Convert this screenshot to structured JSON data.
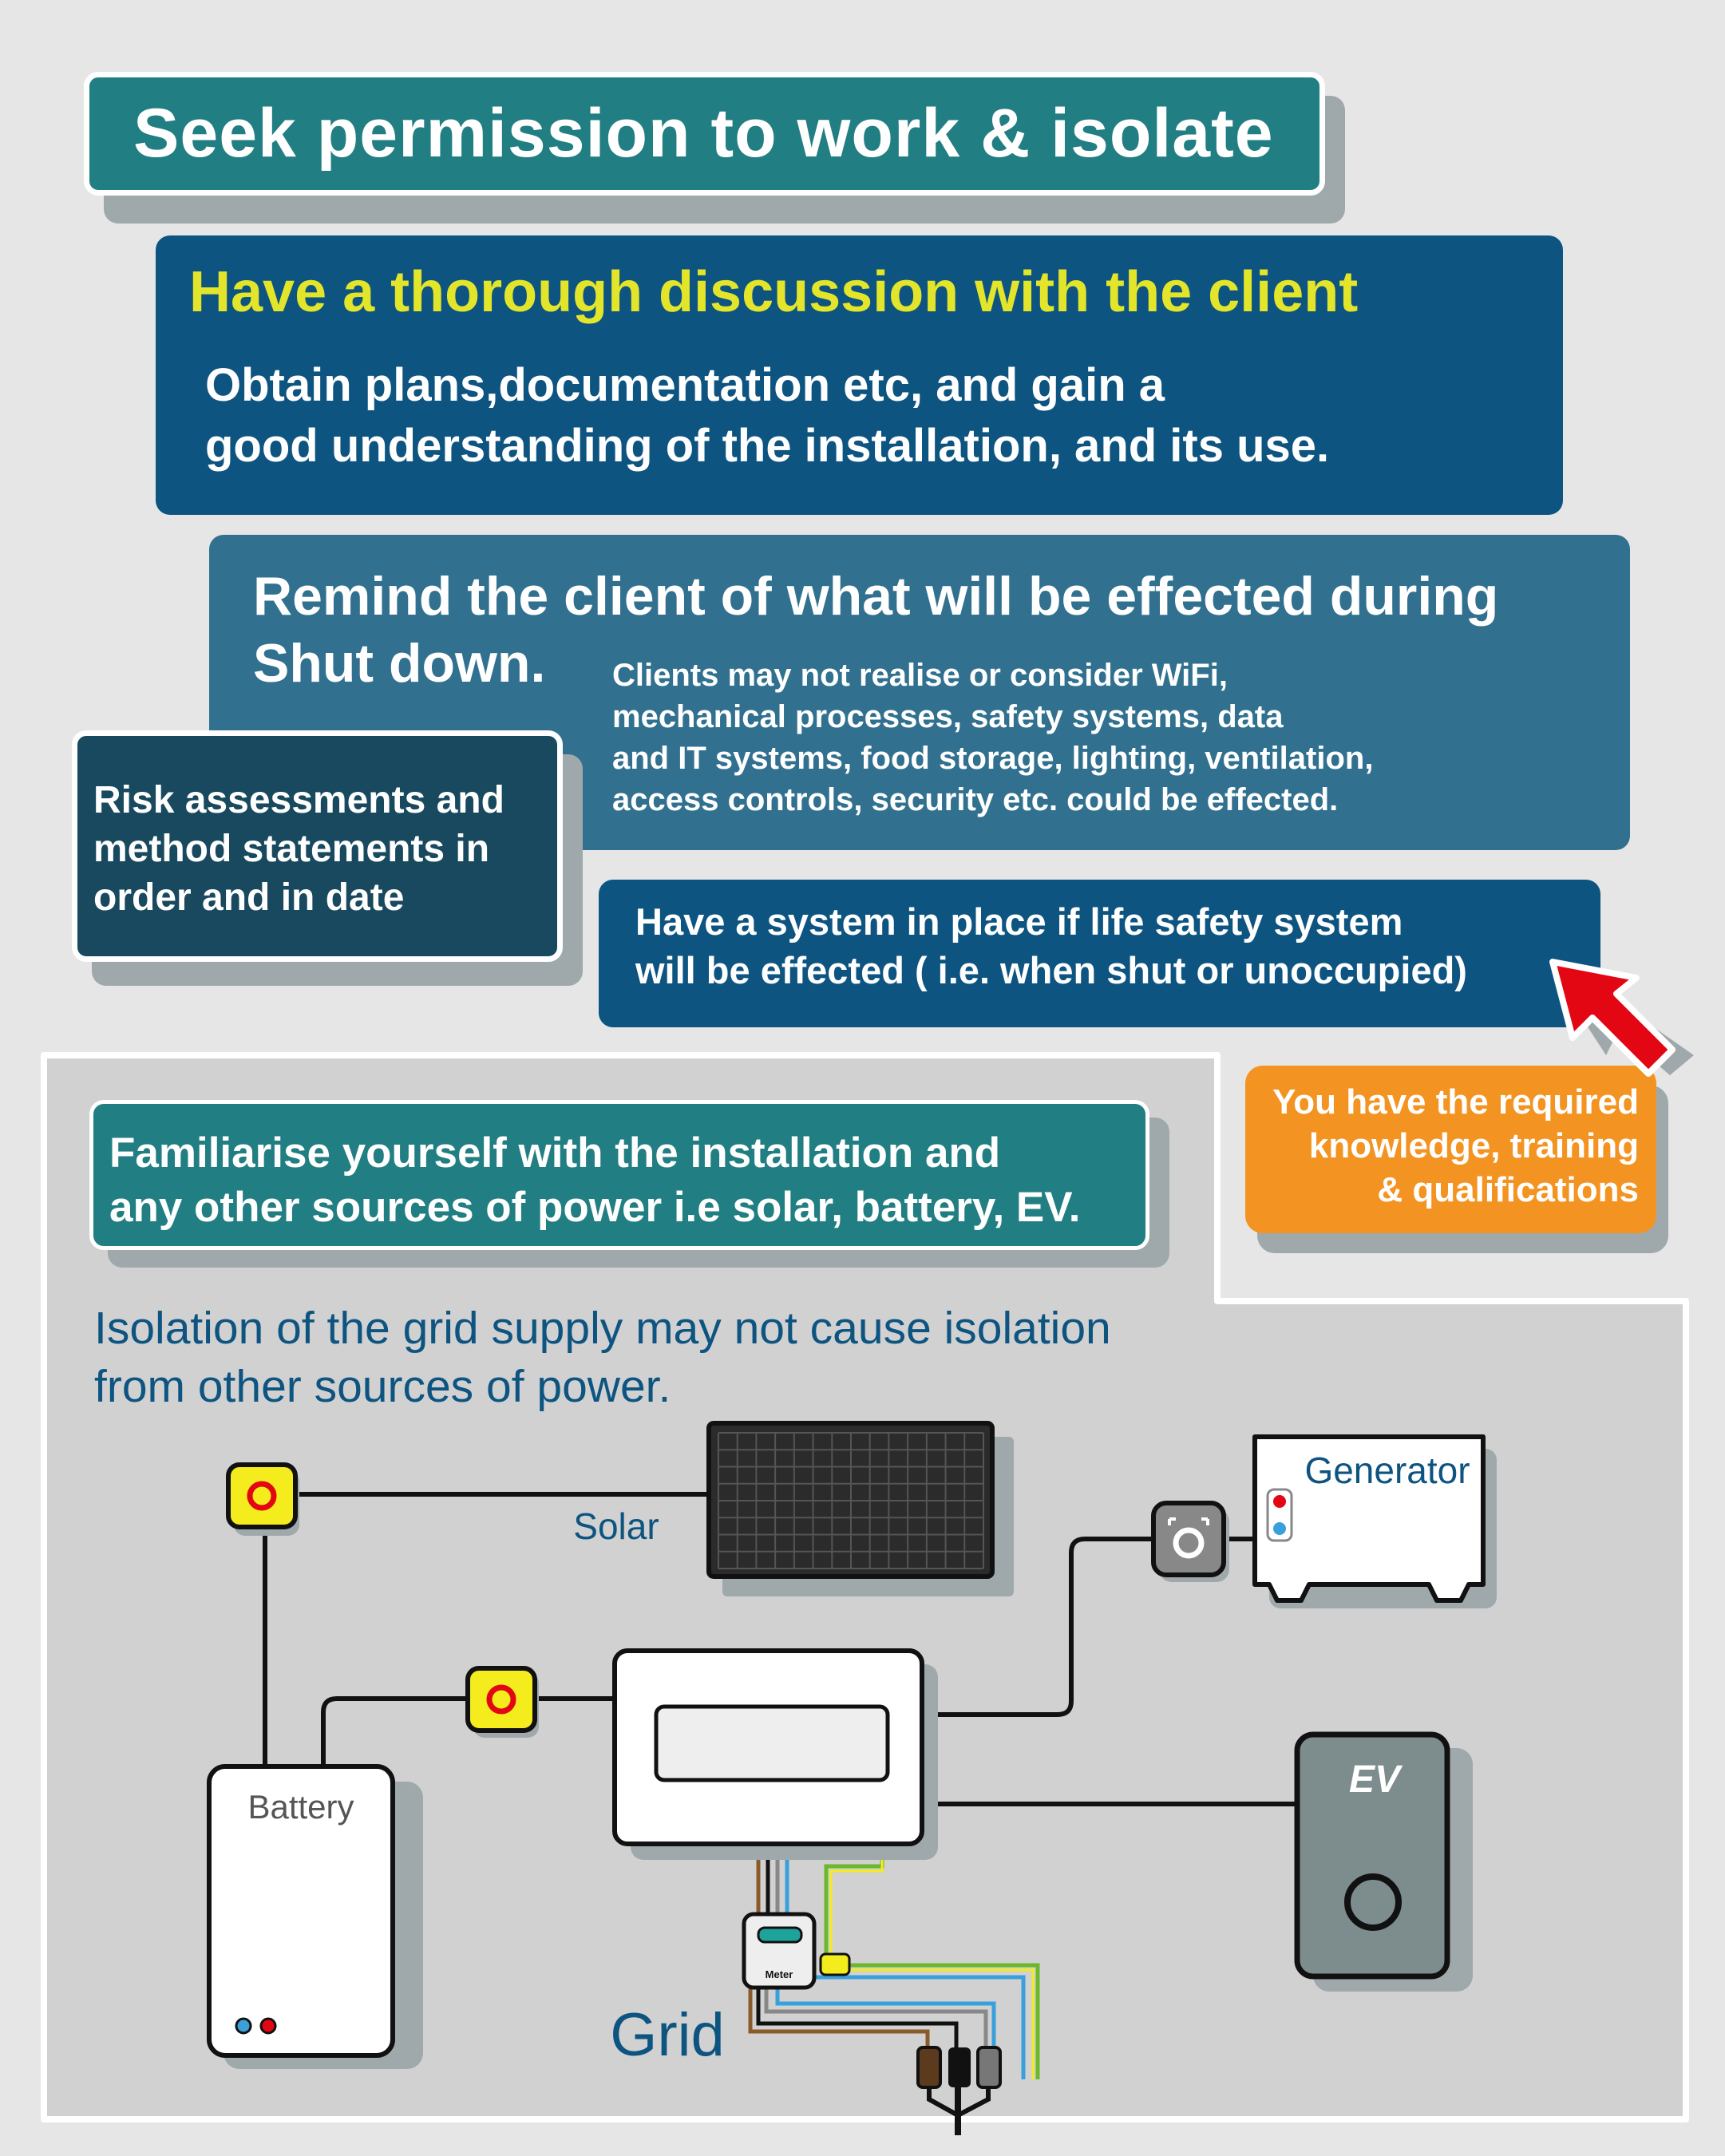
{
  "title": "Seek permission to work & isolate",
  "discussion": {
    "heading": "Have a thorough discussion with the client",
    "body_line1": "Obtain plans,documentation etc, and gain a",
    "body_line2": "good understanding of the installation, and its use."
  },
  "remind": {
    "heading_line1": "Remind the client of what will be effected during",
    "heading_line2": "Shut down.",
    "body_line1": "Clients may not realise or consider WiFi,",
    "body_line2": "mechanical processes, safety systems, data",
    "body_line3": "and IT systems, food storage, lighting, ventilation,",
    "body_line4": "access controls, security etc.  could be effected."
  },
  "risk": {
    "line1": "Risk assessments and",
    "line2": "method statements in",
    "line3": "order and in date"
  },
  "life_safety": {
    "line1": "Have a system in place if life safety system",
    "line2": "will be effected ( i.e. when shut or unoccupied)"
  },
  "knowledge": {
    "line1": "You have the required",
    "line2": "knowledge, training",
    "line3": "& qualifications"
  },
  "familiarise": {
    "line1": "Familiarise yourself with the installation and",
    "line2": "any other sources of power  i.e solar, battery, EV."
  },
  "isolation_note": {
    "line1": "Isolation of the grid supply may not cause isolation",
    "line2": "from other sources of power."
  },
  "diagram": {
    "solar_label": "Solar",
    "generator_label": "Generator",
    "battery_label": "Battery",
    "ev_label": "EV",
    "meter_label": "Meter",
    "grid_label": "Grid"
  },
  "colors": {
    "teal": "#217e82",
    "navy": "#0d5481",
    "steel_blue": "#31718f",
    "dark_slate": "#18495e",
    "orange": "#f39422",
    "yellow_heading": "#e3e52a",
    "isolator_yellow": "#f4ec1d",
    "arrow_red": "#e30613",
    "panel_grey": "#d1d1d1"
  }
}
